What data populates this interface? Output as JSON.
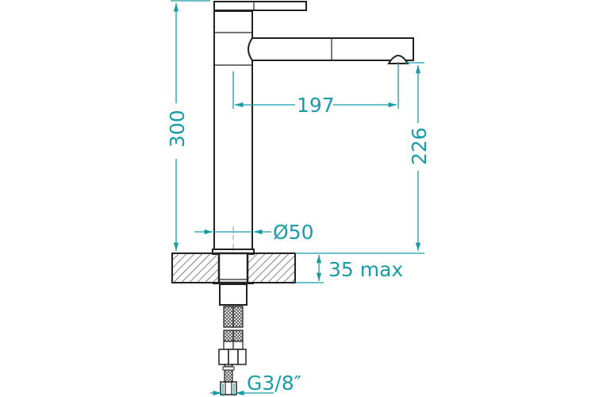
{
  "drawing": {
    "subject": "Single-lever kitchen faucet technical dimension drawing",
    "colors": {
      "dimension": "#1a9ba8",
      "outline": "#222222",
      "background": "#ffffff"
    },
    "dimensions": {
      "total_height": "300",
      "spout_reach": "197",
      "spout_height": "226",
      "body_diameter": "Ø50",
      "max_countertop": "35 max",
      "connection_thread": "G3/8″"
    }
  }
}
